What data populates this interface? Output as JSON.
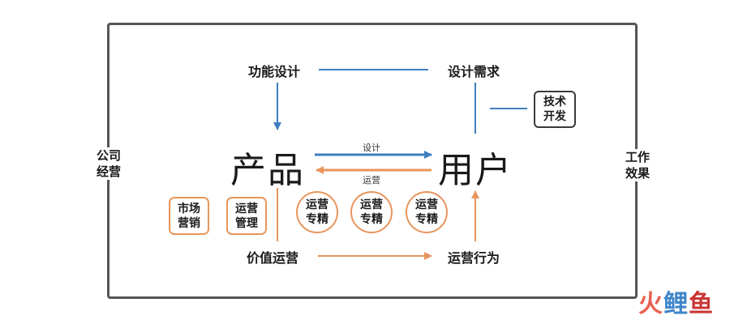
{
  "colors": {
    "blue": "#3f7fbf",
    "orange": "#e8955c",
    "frame": "#555555"
  },
  "left_side": [
    "公司",
    "经营"
  ],
  "right_side": [
    "工作",
    "效果"
  ],
  "nodes": {
    "feature_design": "功能设计",
    "design_needs": "设计需求",
    "product": "产品",
    "user": "用户",
    "value_ops": "价值运营",
    "ops_behavior": "运营行为"
  },
  "arrow_labels": {
    "design": "设计",
    "operate": "运营"
  },
  "tech_dev": [
    "技术",
    "开发"
  ],
  "market": [
    "市场",
    "营销"
  ],
  "ops_mgmt": [
    "运营",
    "管理"
  ],
  "circles": [
    [
      "运营",
      "专精"
    ],
    [
      "运营",
      "专精"
    ],
    [
      "运营",
      "专精"
    ]
  ],
  "watermark": {
    "part1": "火",
    "part2": "鲤",
    "part3": "鱼"
  }
}
